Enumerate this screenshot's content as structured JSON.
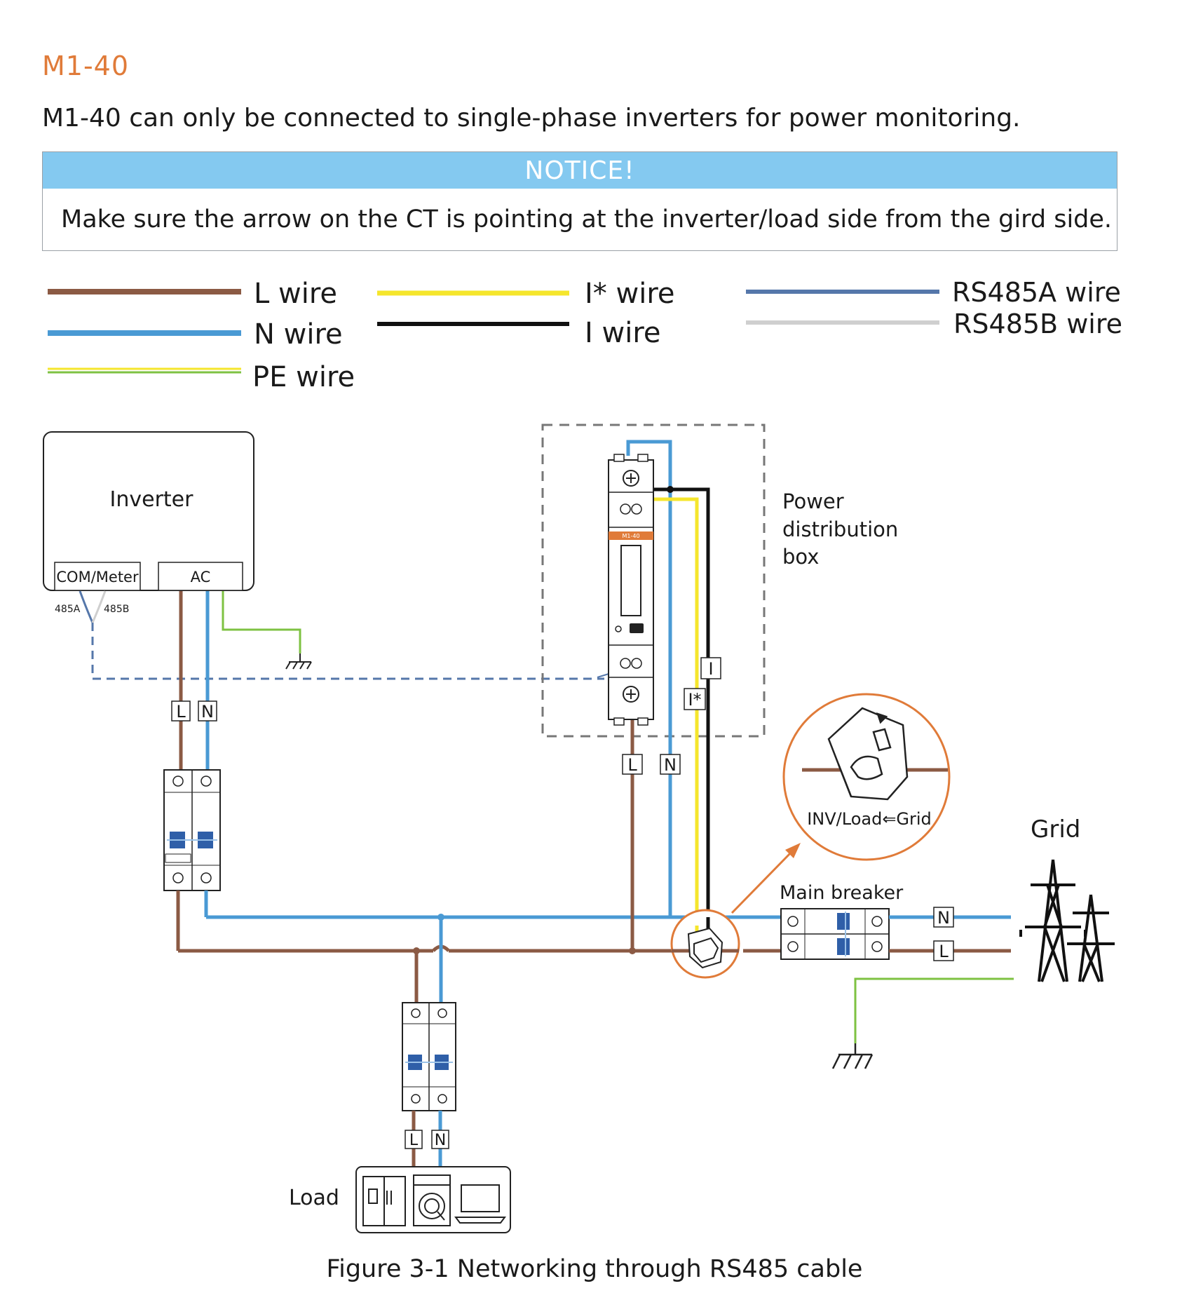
{
  "section_title": "M1-40",
  "intro": "M1-40 can only be connected to single-phase inverters for power monitoring.",
  "notice": {
    "heading": "NOTICE!",
    "text": "Make sure the arrow on the CT is pointing at the inverter/load side from the gird side."
  },
  "legend": [
    {
      "label": "L wire",
      "color": "#8b5a44"
    },
    {
      "label": "N wire",
      "color": "#4a9ad4"
    },
    {
      "label": "PE wire",
      "color": "#7ec242"
    },
    {
      "label": "I* wire",
      "color": "#f5e62c"
    },
    {
      "label": "I wire",
      "color": "#111111"
    },
    {
      "label": "RS485A wire",
      "color": "#5577aa"
    },
    {
      "label": "RS485B wire",
      "color": "#cfcfcf"
    }
  ],
  "inverter": {
    "title": "Inverter",
    "port_com": "COM/Meter",
    "port_ac": "AC",
    "pin_a": "485A",
    "pin_b": "485B"
  },
  "meter": {
    "model": "M1-40",
    "box_label": [
      "Power",
      "distribution",
      "box"
    ]
  },
  "ct_detail": {
    "caption": "INV/Load⇐Grid"
  },
  "labels": {
    "grid": "Grid",
    "main_breaker": "Main breaker",
    "load": "Load",
    "tag_l": "L",
    "tag_n": "N",
    "tag_i": "I",
    "tag_istar": "I*"
  },
  "figure_caption": "Figure 3-1  Networking through RS485 cable"
}
